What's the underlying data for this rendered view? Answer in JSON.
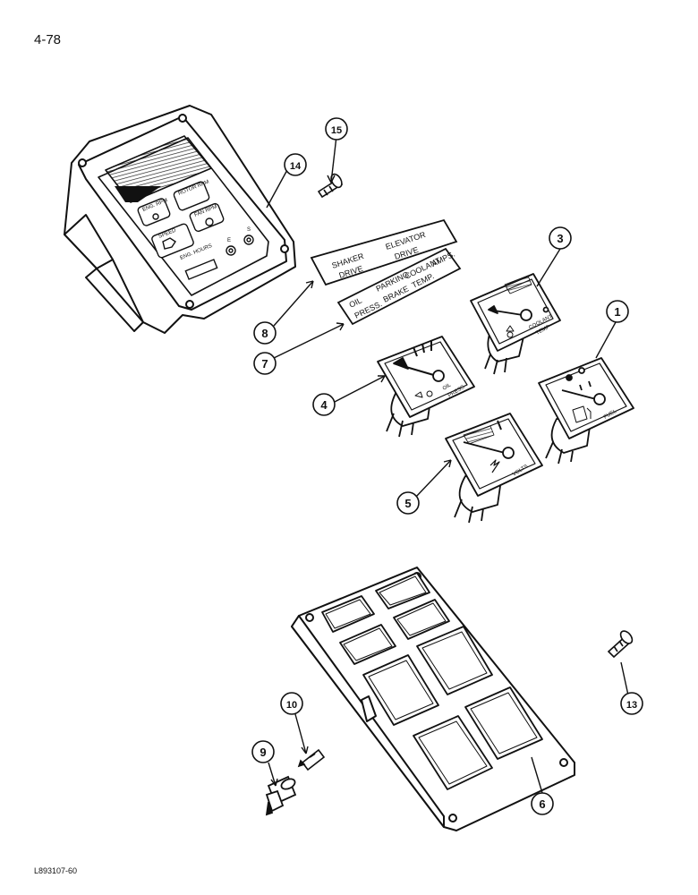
{
  "page_number": "4-78",
  "figure_code": "L893107-60",
  "callouts": [
    {
      "id": "c1",
      "label": "1"
    },
    {
      "id": "c3",
      "label": "3"
    },
    {
      "id": "c4",
      "label": "4"
    },
    {
      "id": "c5",
      "label": "5"
    },
    {
      "id": "c6",
      "label": "6"
    },
    {
      "id": "c7",
      "label": "7"
    },
    {
      "id": "c8",
      "label": "8"
    },
    {
      "id": "c9",
      "label": "9"
    },
    {
      "id": "c10",
      "label": "10"
    },
    {
      "id": "c13",
      "label": "13"
    },
    {
      "id": "c14",
      "label": "14"
    },
    {
      "id": "c15",
      "label": "15"
    }
  ],
  "decal_8": {
    "line1": "SHAKER",
    "line2": "DRIVE",
    "line3": "ELEVATOR",
    "line4": "DRIVE"
  },
  "decal_7": {
    "line1": "OIL",
    "line2": "PRESS.",
    "line3": "PARKING",
    "line4": "BRAKE",
    "line5": "COOLANT",
    "line6": "TEMP.",
    "line7": "AMPS."
  },
  "gauges": {
    "coolant": {
      "label1": "COOLANT",
      "label2": "TEMP"
    },
    "oil": {
      "label1": "OIL",
      "label2": "PRESS"
    },
    "fuel": {
      "label": "FUEL"
    },
    "volts": {
      "label": "VOLTS"
    }
  },
  "monitor": {
    "eng_rpm": "ENG. RPM",
    "rotor_rpm": "ROTOR RPM",
    "fan_rpm": "FAN RPM",
    "speed": "SPEED",
    "eng_hours": "ENG. HOURS",
    "e": "E",
    "s": "S"
  }
}
